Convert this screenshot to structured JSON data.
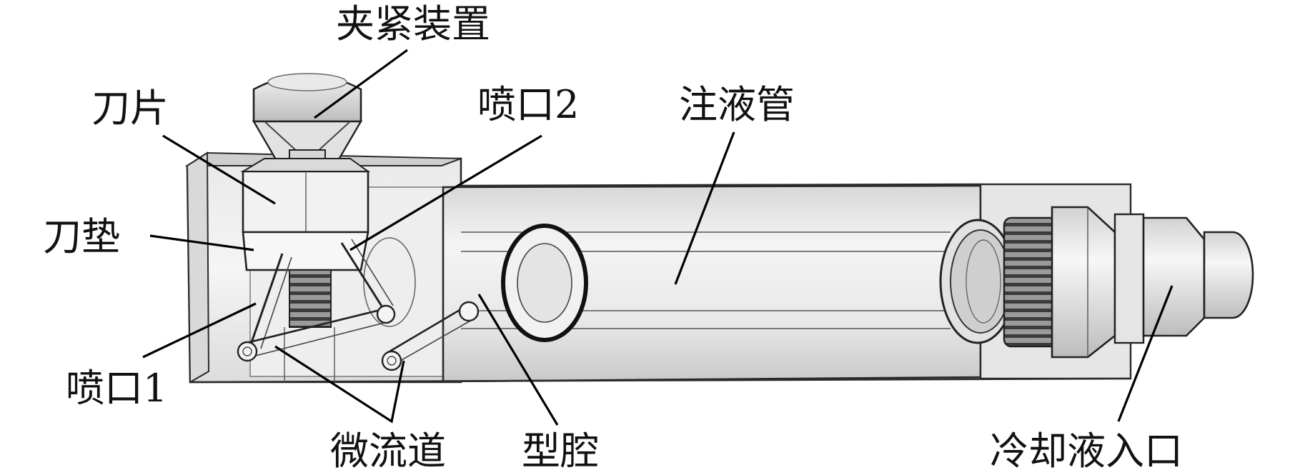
{
  "labels": {
    "clamp": "夹紧装置",
    "blade": "刀片",
    "shim": "刀垫",
    "nozzle1": "喷口1",
    "nozzle2": "喷口2",
    "injection_tube": "注液管",
    "microchannel": "微流道",
    "cavity": "型腔",
    "coolant_inlet": "冷却液入口"
  }
}
